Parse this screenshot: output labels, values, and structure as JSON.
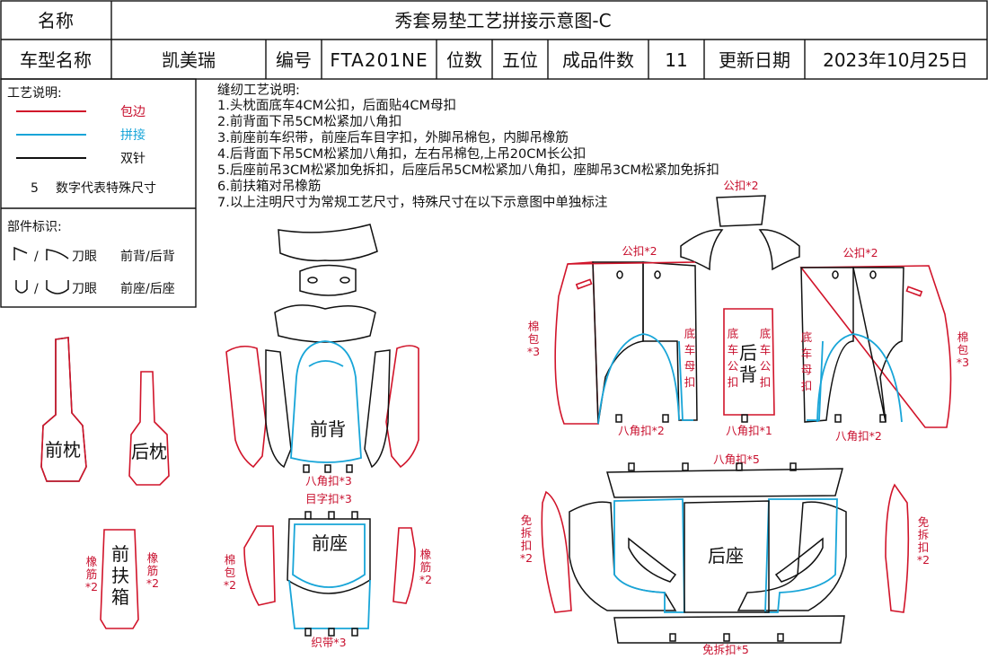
{
  "header": {
    "name_label": "名称",
    "title": "秀套易垫工艺拼接示意图-C",
    "model_label": "车型名称",
    "model_value": "凯美瑞",
    "code_label": "编号",
    "code_value": "FTA201NE",
    "seat_label": "位数",
    "seat_value": "五位",
    "count_label": "成品件数",
    "count_value": "11",
    "date_label": "更新日期",
    "date_value": "2023年10月25日"
  },
  "legend": {
    "title": "工艺说明:",
    "items": [
      {
        "color": "#d1142a",
        "label": "包边"
      },
      {
        "color": "#18a5d8",
        "label": "拼接"
      },
      {
        "color": "#111111",
        "label": "双针"
      }
    ],
    "size_number": "5",
    "size_desc": "数字代表特殊尺寸"
  },
  "parts": {
    "title": "部件标识:",
    "row1_prefix": "/",
    "row1_mid": "刀眼",
    "row1_desc": "前背/后背",
    "row2_prefix": "/",
    "row2_mid": "刀眼",
    "row2_desc": "前座/后座"
  },
  "notes": {
    "title": "缝纫工艺说明:",
    "lines": [
      "1.头枕面底车4CM公扣，后面贴4CM母扣",
      "2.前背面下吊5CM松紧加八角扣",
      "3.前座前车织带，前座后车目字扣，外脚吊棉包，内脚吊橡筋",
      "4.后背面下吊5CM松紧加八角扣，左右吊棉包,上吊20CM长公扣",
      "5.后座前吊3CM松紧加免拆扣，后座后吊5CM松紧加八角扣，座脚吊3CM松紧加免拆扣",
      "6.前扶箱对吊橡筋",
      "7.以上注明尺寸为常规工艺尺寸，特殊尺寸在以下示意图中单独标注"
    ]
  },
  "pieces": {
    "front_headrest": "前枕",
    "rear_headrest": "后枕",
    "front_back": "前背",
    "front_seat": "前座",
    "armrest": [
      "前",
      "扶",
      "箱"
    ],
    "rear_back": [
      "后",
      "背"
    ],
    "rear_seat": "后座"
  },
  "annotations": {
    "octagon_front_back": "八角扣*3",
    "eye_buckle": "目字扣*3",
    "webbing": "织带*3",
    "cotton_bag_front": [
      "棉",
      "包",
      "*2"
    ],
    "elastic_front": [
      "橡",
      "筋",
      "*2"
    ],
    "elastic_arm_left": [
      "橡",
      "筋",
      "*2"
    ],
    "elastic_arm_right": [
      "橡",
      "筋",
      "*2"
    ],
    "male_top": "公扣*2",
    "male_left": "公扣*2",
    "male_right": "公扣*2",
    "cotton_left": [
      "棉",
      "包",
      "*3"
    ],
    "cotton_right": [
      "棉",
      "包",
      "*3"
    ],
    "bottom_female_left": [
      "底",
      "车",
      "母",
      "扣"
    ],
    "bottom_female_right": [
      "底",
      "车",
      "母",
      "扣"
    ],
    "bottom_male_a": [
      "底",
      "车",
      "公",
      "扣"
    ],
    "bottom_male_b": [
      "底",
      "车",
      "公",
      "扣"
    ],
    "octagon_left": "八角扣*2",
    "octagon_mid": "八角扣*1",
    "octagon_right": "八角扣*2",
    "octagon_rear_seat": "八角扣*5",
    "quick_left": [
      "免",
      "拆",
      "扣",
      "*2"
    ],
    "quick_right": [
      "免",
      "拆",
      "扣",
      "*2"
    ],
    "quick_bottom": "免拆扣*5"
  }
}
